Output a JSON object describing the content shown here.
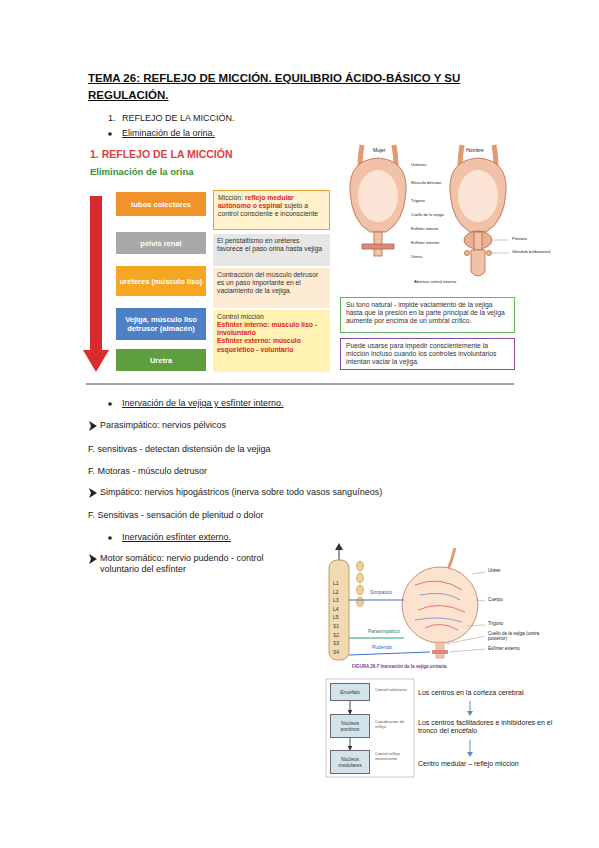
{
  "diagram": {
    "title": "TEMA 26: REFLEJO DE MICCIÓN. EQUILIBRIO ÁCIDO-BÁSICO Y SU REGULACIÓN.",
    "nodes": [
      {
        "text": [
          "tubos colectores"
        ]
      },
      {
        "text": [
          "pelvis renal"
        ]
      },
      {
        "text": [
          "uréteres (músculo liso)"
        ]
      },
      {
        "text": [
          "Vejiga, músculo liso detrusor (almacén)"
        ]
      },
      {
        "text": [
          "Uretra"
        ]
      },
      {
        "text": [
          "Micción:",
          "reflejo medular autónomo o espinal",
          "sujeto a control consciente e inconsciente"
        ]
      },
      {
        "text": [
          "El peristaltismo en uréteres favorece el paso orina hasta vejiga"
        ]
      },
      {
        "text": [
          "Contracción del músculo detrusor es un paso importante en el vaciamiento de la vejiga."
        ]
      },
      {
        "text": [
          "Control micción",
          "Esfínter interno: músculo liso - involuntario",
          "Esfínter externo: músculo esquelético - voluntario"
        ]
      },
      {
        "text": [
          "Su tono natural - impide vaciamiento de la vejiga hasta que la presión en la parte principal de la vejiga aumente por encima de un umbral crítico."
        ]
      },
      {
        "text": [
          "Puede usarse para impedir conscientemente la micción incluso cuando los controles involuntarios intentan vaciar la vejiga."
        ]
      },
      {
        "text": [
          "Encéfalo"
        ]
      },
      {
        "text": [
          "Núcleos pontinos"
        ]
      },
      {
        "text": [
          "Núcleos medulares"
        ]
      }
    ],
    "edges": [
      {
        "from": 11,
        "to": 12,
        "arrow": "to"
      },
      {
        "from": 12,
        "to": 13,
        "arrow": "to"
      }
    ],
    "labels": [
      "1.",
      "REFLEJO DE LA MICCIÓN.",
      "Eliminación de la orina.",
      "1. REFLEJO DE LA MICCIÓN",
      "Eliminación de la orina",
      "Mujer",
      "Hombre",
      "Uréteres",
      "Músculo detrusor",
      "Trígono",
      "Cuello de la vejiga",
      "Esfínter interno",
      "Esfínter externo",
      "Uretra",
      "Próstata",
      "Glándula bulbouretral",
      "Abertura uretral externa",
      "Inervación de la vejiga y esfínter interno.",
      "Parasimpático: nervios pélvicos",
      "F. sensitivas - detectan distensión de la vejiga",
      "F. Motoras - músculo detrusor",
      "Simpático: nervios hipogástricos (inerva sobre todo vasos sanguíneos)",
      "F. Sensitivas - sensación de plenitud o dolor",
      "Inervación esfínter externo.",
      "Motor somático: nervio pudendo - control voluntario del esfínter",
      "L1",
      "L2",
      "L3",
      "L4",
      "L5",
      "S1",
      "S2",
      "S3",
      "S4",
      "Simpático",
      "Parasimpático",
      "Pudendo",
      "Uréter",
      "Cuerpo",
      "Trígono",
      "Cuello de la vejiga (uretra posterior)",
      "Esfínter externo",
      "FIGURA 26-7 Inervación de la vejiga urinaria.",
      "Control voluntario",
      "Coordinación de reflejo",
      "Control reflejo inconsciente",
      "Los centros en la corteza cerebral",
      "Los centros facilitadores e inhibidores en el tronco del encéfalo",
      "Centro medular – reflejo micción"
    ]
  }
}
